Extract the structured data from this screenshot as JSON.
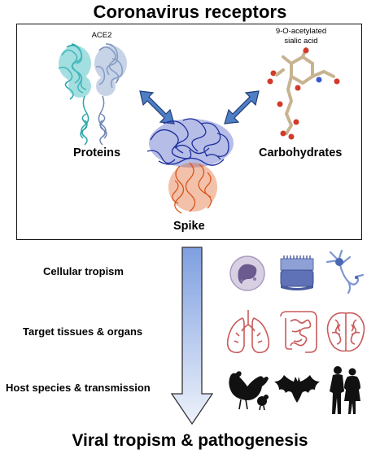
{
  "header": {
    "title": "Coronavirus receptors"
  },
  "panel": {
    "ace2_label": "ACE2",
    "sialic_label_line1": "9-O-acetylated",
    "sialic_label_line2": "sialic acid",
    "proteins_label": "Proteins",
    "carbohydrates_label": "Carbohydrates",
    "spike_label": "Spike"
  },
  "rows": [
    {
      "label": "Cellular tropism",
      "icons": [
        "immune-cell-icon",
        "epithelial-cells-icon",
        "neuron-icon"
      ]
    },
    {
      "label": "Target tissues & organs",
      "icons": [
        "lungs-icon",
        "intestine-icon",
        "brain-icon"
      ]
    },
    {
      "label": "Host species & transmission",
      "icons": [
        "chicken-icon",
        "bat-icon",
        "humans-icon"
      ]
    }
  ],
  "footer": {
    "title": "Viral tropism & pathogenesis"
  },
  "colors": {
    "arrow_blue": "#4f7ec4",
    "arrow_outline": "#1f3f78",
    "ace2_cyan": "#59c6c9",
    "ace2_lavender": "#8aa2c8",
    "spike_blue": "#1f2f9e",
    "spike_orange": "#e2642a",
    "organ_red": "#c95a5a",
    "cell_purple": "#8c7aa8",
    "silhouette": "#111111"
  }
}
